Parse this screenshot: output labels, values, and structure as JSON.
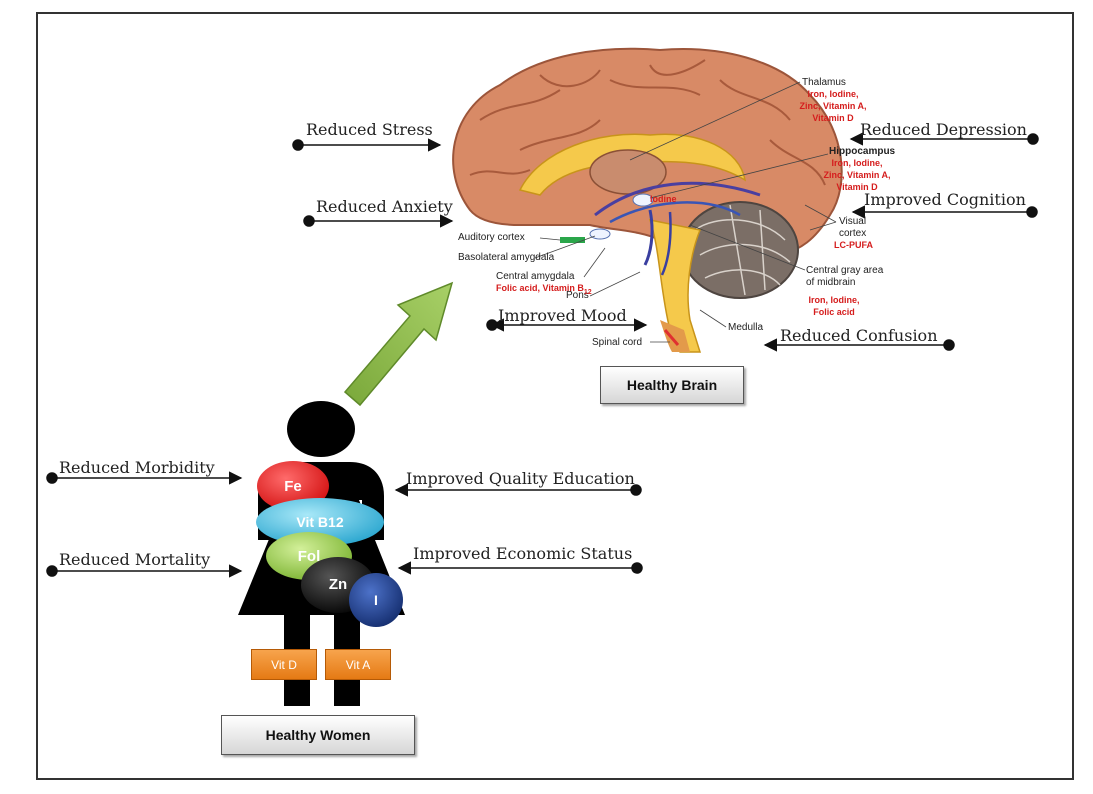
{
  "labels": {
    "reduced_stress": "Reduced Stress",
    "reduced_anxiety": "Reduced Anxiety",
    "improved_mood": "Improved Mood",
    "reduced_depression": "Reduced Depression",
    "improved_cognition": "Improved Cognition",
    "reduced_confusion": "Reduced Confusion",
    "reduced_morbidity": "Reduced Morbidity",
    "reduced_mortality": "Reduced Mortality",
    "improved_quality_education": "Improved Quality Education",
    "improved_economic_status": "Improved Economic Status"
  },
  "boxes": {
    "healthy_brain": "Healthy Brain",
    "healthy_women": "Healthy Women"
  },
  "brain_regions": {
    "thalamus": "Thalamus",
    "hippocampus": "Hippocampus",
    "visual_cortex_1": "Visual",
    "visual_cortex_2": "cortex",
    "auditory_cortex": "Auditory cortex",
    "basolateral_amygdala": "Basolateral amygdala",
    "central_amygdala": "Central amygdala",
    "pons": "Pons",
    "spinal_cord": "Spinal cord",
    "medulla": "Medulla",
    "central_gray_1": "Central gray area",
    "central_gray_2": "of midbrain"
  },
  "brain_nutrients": {
    "thalamus_1": "Iron, Iodine,",
    "thalamus_2": "Zinc, Vitamin A,",
    "thalamus_3": "Vitamin D",
    "hippocampus_1": "Iron, Iodine,",
    "hippocampus_2": "Zinc, Vitamin A,",
    "hippocampus_3": "Vitamin D",
    "visual_cortex": "LC-PUFA",
    "central_amygdala": "Folic acid, Vitamin B",
    "central_amygdala_sub": "12",
    "central_gray_1": "Iron, Iodine,",
    "central_gray_2": "Folic acid",
    "iodine": "Iodine"
  },
  "nutrients": {
    "fe": "Fe",
    "vit_b12": "Vit B12",
    "fol": "Fol",
    "zn": "Zn",
    "iodine": "I",
    "vit_d": "Vit D",
    "vit_a": "Vit A"
  },
  "colors": {
    "fe": "#e31b1b",
    "vit_b12": "#39b9de",
    "fol": "#8cc63f",
    "zn": "#111111",
    "iodine": "#1f3f8f",
    "tag": "#f08c2a",
    "arrow_green": "#8fbf4d",
    "brain": "#d88a66",
    "cerebellum": "#7b6e66",
    "nutrient_text": "#d51d1d"
  }
}
